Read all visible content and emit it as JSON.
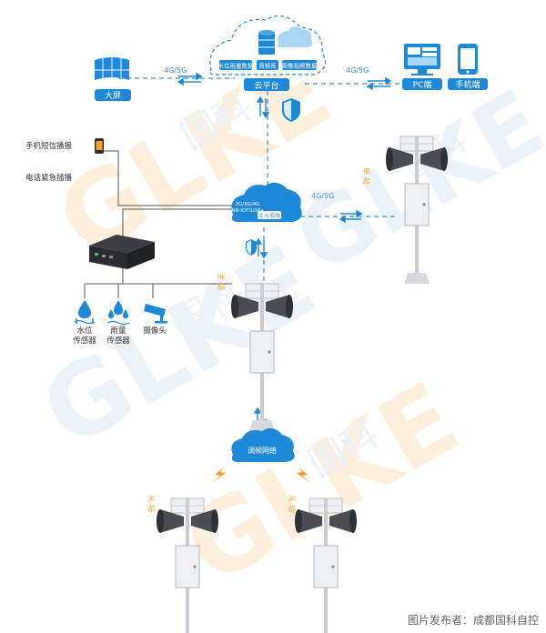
{
  "colors": {
    "blue": "#1e88d9",
    "light_blue": "#a9d7f3",
    "dash": "#3f8fd6",
    "line": "#555555",
    "orange": "#f5a12a",
    "gray": "#c9cdd2"
  },
  "cloud_platform": {
    "label": "云平台",
    "db_tags": [
      "水位雨量数据",
      "音频库",
      "图像视频数据"
    ]
  },
  "screen": {
    "label": "大屏",
    "link": "4G/5G"
  },
  "clients": {
    "pc": "PC端",
    "phone": "手机端",
    "link": "4G/5G"
  },
  "network_cloud": {
    "line1": "2G/3G/4G",
    "line2": "NB-IOT/LORa",
    "tag": "北斗/有线"
  },
  "control_inputs": [
    "手机短信播报",
    "电话紧急插播"
  ],
  "single_station": {
    "label": "单站",
    "link": "4G/5G"
  },
  "main_station": {
    "label": "主站"
  },
  "sensors": [
    {
      "line1": "水位",
      "line2": "传感器",
      "icon": "water-level-sensor-icon"
    },
    {
      "line1": "雨量",
      "line2": "传感器",
      "icon": "rain-sensor-icon"
    },
    {
      "line1": "摄像头",
      "line2": "",
      "icon": "camera-icon"
    }
  ],
  "fm_cloud": {
    "label": "调频网络"
  },
  "slave_stations": [
    {
      "label": "从站"
    },
    {
      "label": "从站"
    }
  ],
  "watermark": {
    "logo": "GLKE",
    "text": "国科"
  },
  "credit": "图片发布者：成都国科自控"
}
